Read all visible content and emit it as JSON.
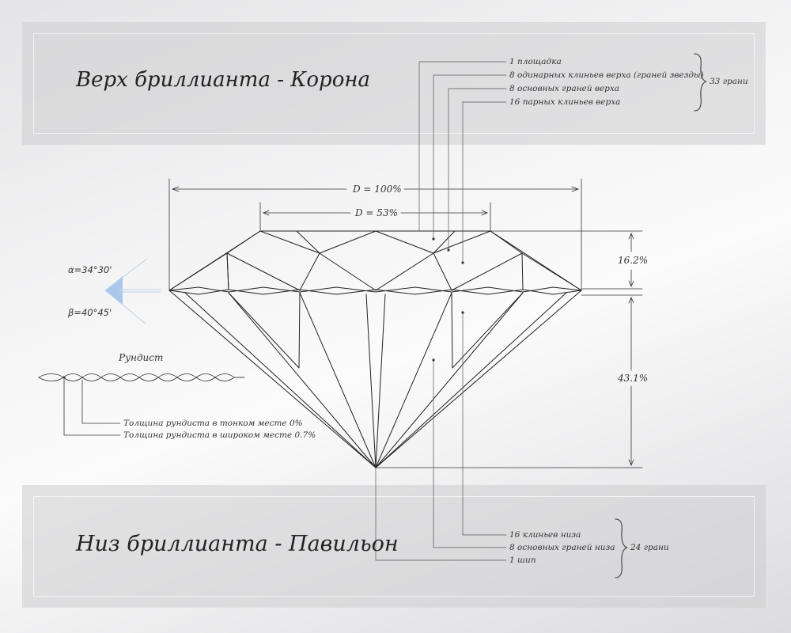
{
  "crown_title": "Верх бриллианта - Корона",
  "pavilion_title": "Низ бриллианта - Павильон",
  "crown_facets": [
    "1 площадка",
    "8 одинарных клиньев верха (граней звезды)",
    "8 основных граней верха",
    "16 парных клиньев верха"
  ],
  "crown_total": "33 грани",
  "pavilion_facets": [
    "16 клиньев низа",
    "8 основных граней низа",
    "1 шип"
  ],
  "pavilion_total": "24 грани",
  "diameter_full": "D = 100%",
  "diameter_table": "D = 53%",
  "crown_height": "16.2%",
  "pavilion_depth": "43.1%",
  "angle_alpha": "α=34°30'",
  "angle_beta": "β=40°45'",
  "girdle_label": "Рундист",
  "girdle_thin": "Толщина рундиста в тонком месте 0%",
  "girdle_thick": "Толщина рундиста в широком месте 0.7%",
  "colors": {
    "angle_marker": "#a9c8ea",
    "lines": "#222222"
  }
}
